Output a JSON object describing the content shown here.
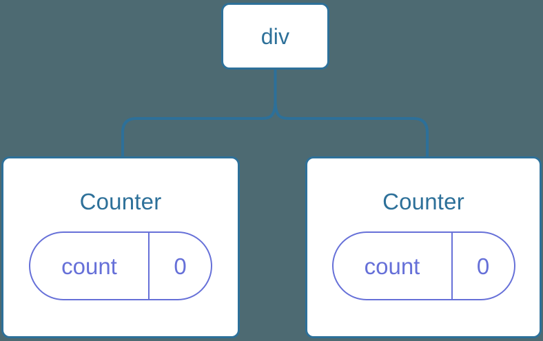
{
  "diagram": {
    "type": "component-tree",
    "background_color": "#4d6a72",
    "node_border_color": "#2d7099",
    "node_text_color": "#2d7099",
    "state_pill_color": "#6670d8",
    "connector_color": "#2d7099",
    "root": {
      "label": "div"
    },
    "children": [
      {
        "label": "Counter",
        "state": {
          "key": "count",
          "value": "0"
        }
      },
      {
        "label": "Counter",
        "state": {
          "key": "count",
          "value": "0"
        }
      }
    ]
  }
}
